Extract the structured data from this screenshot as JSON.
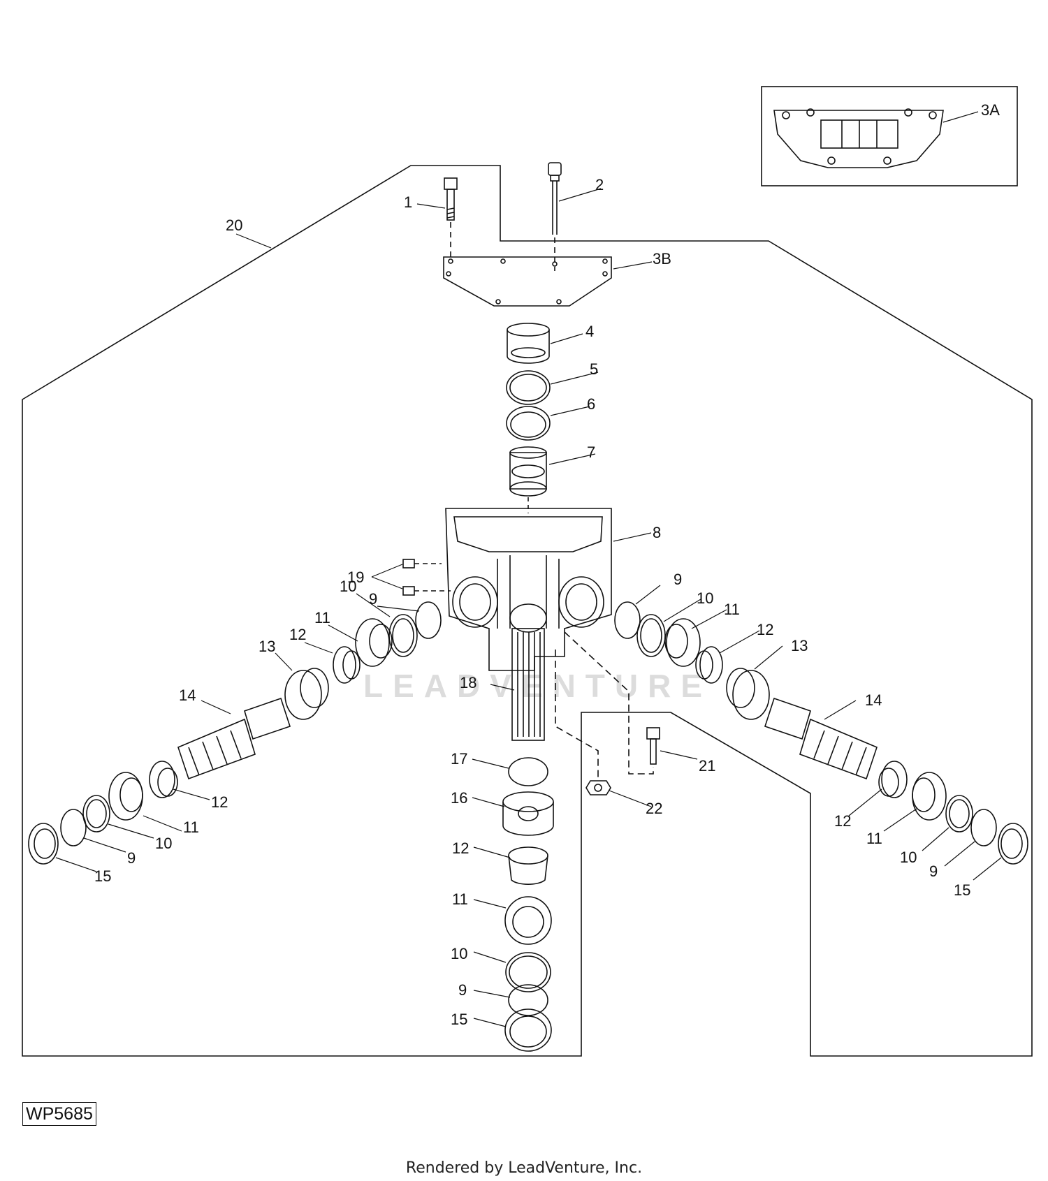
{
  "diagram_code": "WP5685",
  "footer_text": "Rendered by LeadVenture, Inc.",
  "watermark_text": "LEADVENTURE",
  "callouts": [
    "1",
    "2",
    "3A",
    "3B",
    "4",
    "5",
    "6",
    "7",
    "8",
    "9",
    "10",
    "11",
    "12",
    "13",
    "14",
    "15",
    "16",
    "17",
    "18",
    "19",
    "20",
    "21",
    "22",
    "9",
    "10",
    "11",
    "12",
    "13",
    "14",
    "12",
    "11",
    "10",
    "9",
    "15",
    "12",
    "11",
    "10",
    "9",
    "15",
    "17",
    "16",
    "12",
    "11",
    "10",
    "9",
    "15"
  ],
  "colors": {
    "line": "#111111",
    "background": "#ffffff",
    "watermark": "#dcdcdc"
  }
}
